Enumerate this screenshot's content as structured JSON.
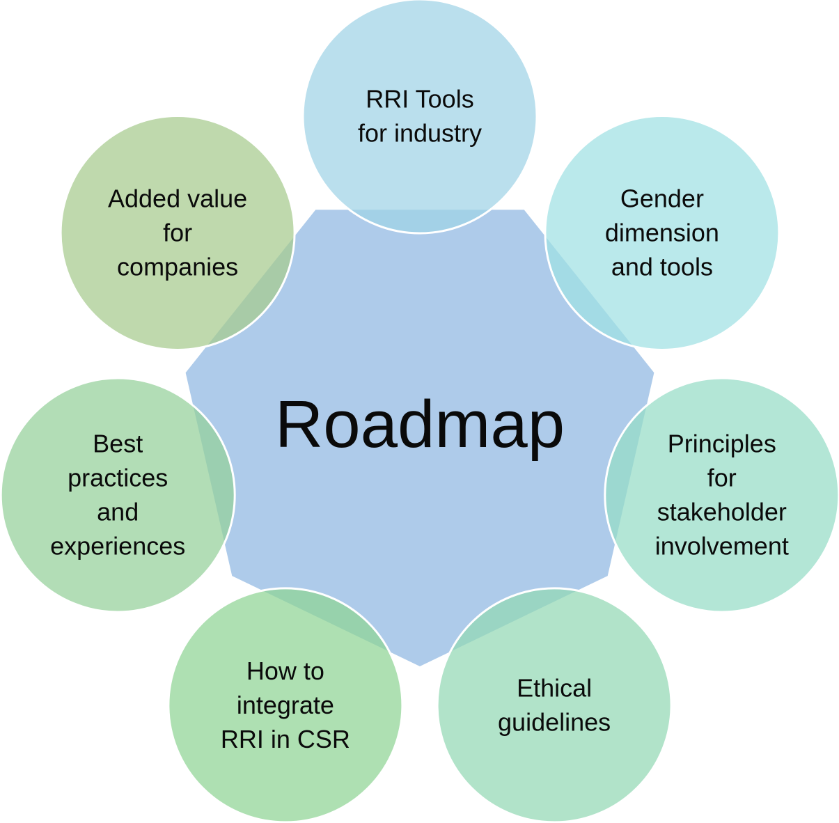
{
  "center": {
    "label": "Roadmap",
    "color": "#aecbea"
  },
  "nodes": [
    {
      "id": "rri-tools",
      "lines": [
        "RRI Tools",
        "for industry"
      ],
      "color": "#9fd3e6"
    },
    {
      "id": "gender",
      "lines": [
        "Gender",
        "dimension",
        "and tools"
      ],
      "color": "#9fe0e3"
    },
    {
      "id": "principles",
      "lines": [
        "Principles",
        "for",
        "stakeholder",
        "involvement"
      ],
      "color": "#96dcc6"
    },
    {
      "id": "ethical",
      "lines": [
        "Ethical",
        "guidelines"
      ],
      "color": "#93d8b4"
    },
    {
      "id": "integrate",
      "lines": [
        "How to",
        "integrate",
        "RRI in CSR"
      ],
      "color": "#8fd494"
    },
    {
      "id": "best-practices",
      "lines": [
        "Best",
        "practices",
        "and",
        "experiences"
      ],
      "color": "#94d09a"
    },
    {
      "id": "added-value",
      "lines": [
        "Added value",
        "for",
        "companies"
      ],
      "color": "#a6cb8e"
    }
  ]
}
